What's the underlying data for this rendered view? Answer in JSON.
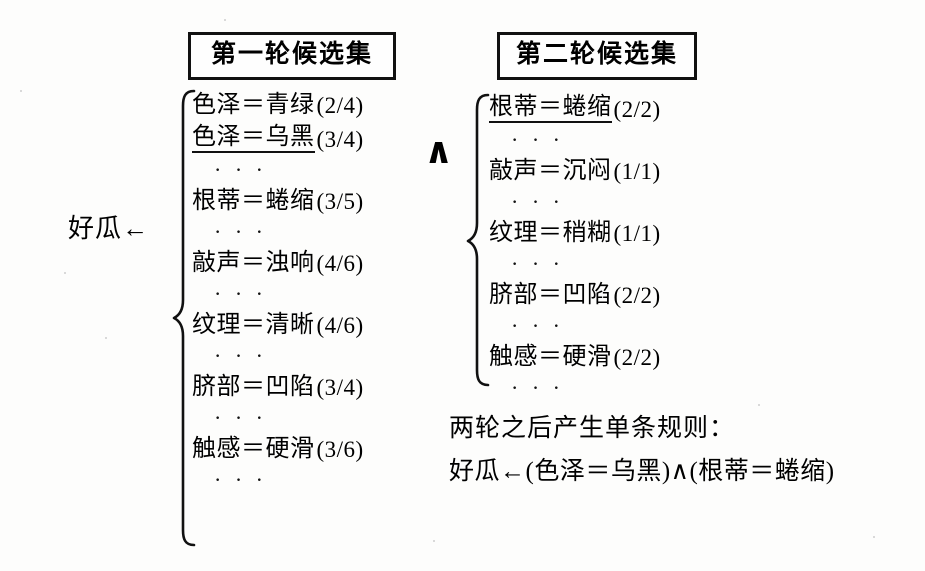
{
  "figure": {
    "head_label": "好瓜←",
    "conjunction_symbol": "∧"
  },
  "round1": {
    "title": "第一轮候选集",
    "ellipsis": "· · ·",
    "candidates": [
      {
        "condition": "色泽＝青绿",
        "count": "(2/4)",
        "underlined": false,
        "ellipsis_after": false
      },
      {
        "condition": "色泽＝乌黑",
        "count": "(3/4)",
        "underlined": true,
        "ellipsis_after": true
      },
      {
        "condition": "根蒂＝蜷缩",
        "count": "(3/5)",
        "underlined": false,
        "ellipsis_after": true
      },
      {
        "condition": "敲声＝浊响",
        "count": "(4/6)",
        "underlined": false,
        "ellipsis_after": true
      },
      {
        "condition": "纹理＝清晰",
        "count": "(4/6)",
        "underlined": false,
        "ellipsis_after": true
      },
      {
        "condition": "脐部＝凹陷",
        "count": "(3/4)",
        "underlined": false,
        "ellipsis_after": true
      },
      {
        "condition": "触感＝硬滑",
        "count": "(3/6)",
        "underlined": false,
        "ellipsis_after": true
      }
    ]
  },
  "round2": {
    "title": "第二轮候选集",
    "ellipsis": "· · ·",
    "candidates": [
      {
        "condition": "根蒂＝蜷缩",
        "count": "(2/2)",
        "underlined": true,
        "ellipsis_after": true
      },
      {
        "condition": "敲声＝沉闷",
        "count": "(1/1)",
        "underlined": false,
        "ellipsis_after": true
      },
      {
        "condition": "纹理＝稍糊",
        "count": "(1/1)",
        "underlined": false,
        "ellipsis_after": true
      },
      {
        "condition": "脐部＝凹陷",
        "count": "(2/2)",
        "underlined": false,
        "ellipsis_after": true
      },
      {
        "condition": "触感＝硬滑",
        "count": "(2/2)",
        "underlined": false,
        "ellipsis_after": true
      }
    ]
  },
  "conclusion": {
    "caption": "两轮之后产生单条规则：",
    "rule": "好瓜←(色泽＝乌黑)∧(根蒂＝蜷缩)"
  },
  "colors": {
    "ink": "#111111",
    "background": "#fdfdfc"
  }
}
